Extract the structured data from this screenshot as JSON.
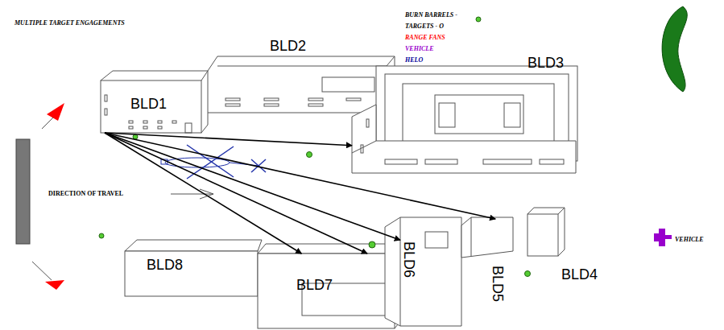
{
  "diagram": {
    "title": "MULTIPLE TARGET ENGAGEMENTS",
    "nodes": [
      {
        "text": [
          "BLD1"
        ]
      },
      {
        "text": [
          "BLD2"
        ]
      },
      {
        "text": [
          "BLD3"
        ]
      },
      {
        "text": [
          "BLD8"
        ]
      },
      {
        "text": [
          "BLD7"
        ]
      },
      {
        "text": [
          "BLD6"
        ]
      },
      {
        "text": [
          "BLD5"
        ]
      },
      {
        "text": [
          "BLD4"
        ]
      }
    ],
    "edges": [
      {
        "from": 0,
        "to": 2,
        "arrow": "to"
      },
      {
        "from": 0,
        "to": 5,
        "arrow": "to"
      },
      {
        "from": 0,
        "to": 6,
        "arrow": "to"
      },
      {
        "from": 0,
        "to": 4,
        "arrow": "to"
      },
      {
        "from": 0,
        "to": 4,
        "arrow": "to"
      }
    ],
    "labels": [
      "DIRECTION OF TRAVEL",
      "VEHICLE"
    ],
    "legend": [
      {
        "text": "BURN BARRELS -"
      },
      {
        "text": "TARGETS - O"
      },
      {
        "text": "RANGE FANS",
        "color": "#ff0000"
      },
      {
        "text": "VEHICLE",
        "color": "#9900cc"
      },
      {
        "text": "HELO",
        "color": "#000099"
      }
    ]
  }
}
